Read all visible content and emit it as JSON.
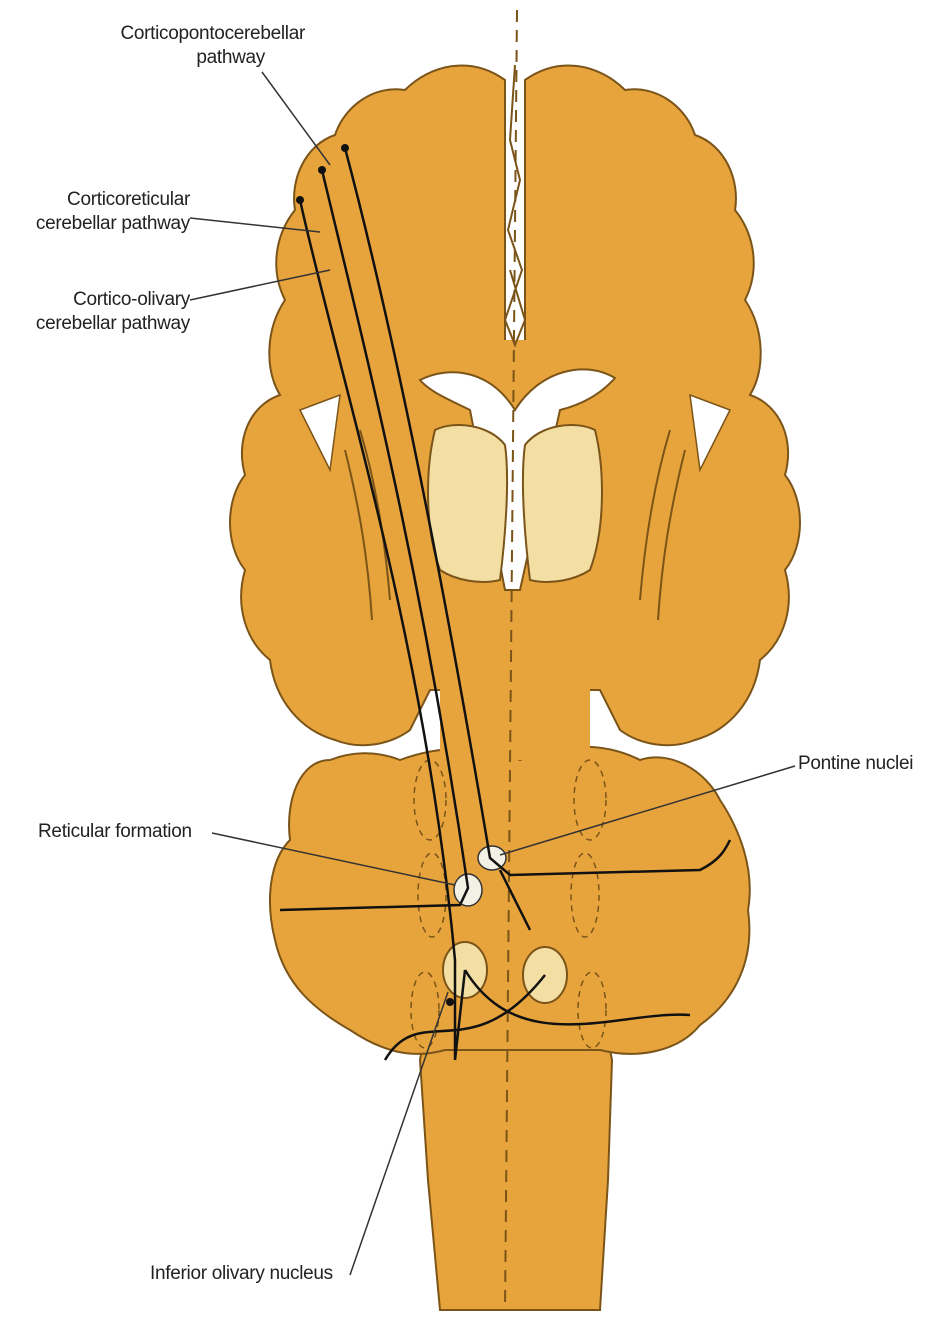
{
  "labels": {
    "corticopontocerebellar": {
      "line1": "Corticopontocerebellar",
      "line2": "pathway"
    },
    "corticoreticular": {
      "line1": "Corticoreticular",
      "line2": "cerebellar pathway"
    },
    "cortico_olivary": {
      "line1": "Cortico-olivary",
      "line2": "cerebellar pathway"
    },
    "pontine_nuclei": "Pontine nuclei",
    "reticular_formation": "Reticular formation",
    "inferior_olivary_nucleus": "Inferior olivary nucleus"
  },
  "colors": {
    "brain_fill": "#E8A43C",
    "outline": "#7A5418",
    "thalamus": "#F3DFA4",
    "pathway": "#111111",
    "background": "#FFFFFF"
  }
}
